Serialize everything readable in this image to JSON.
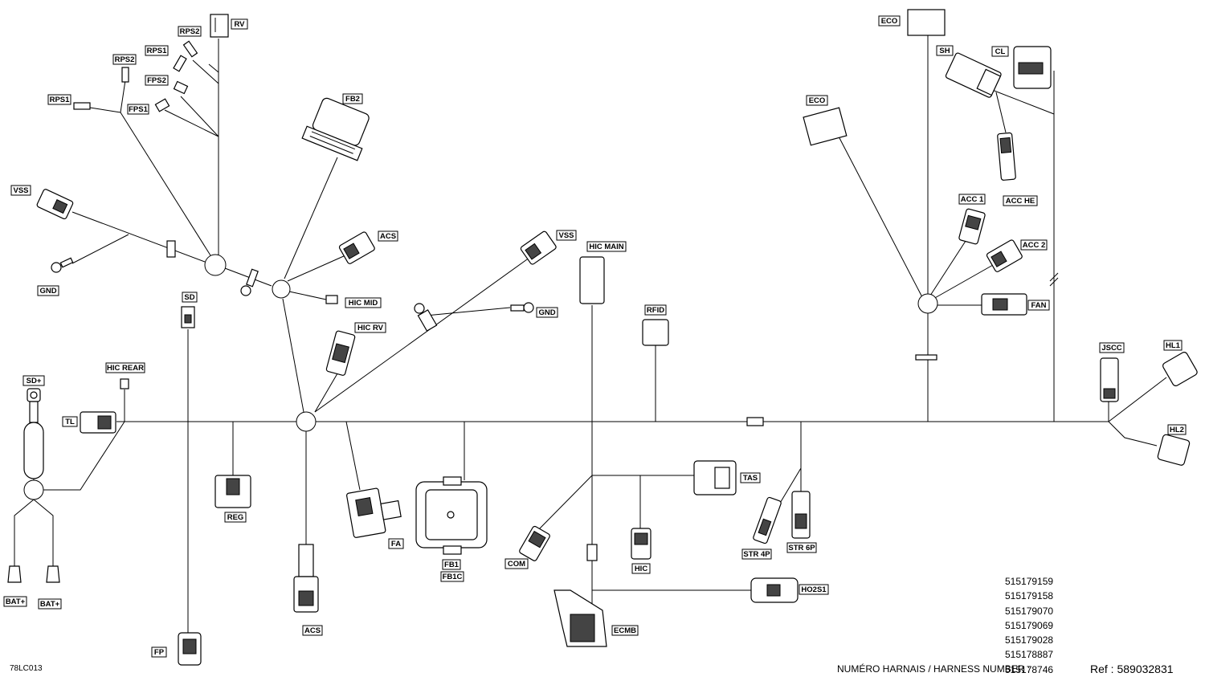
{
  "labels": {
    "rv": "RV",
    "rps2_top": "RPS2",
    "rps1_top": "RPS1",
    "rps2": "RPS2",
    "fps2": "FPS2",
    "rps1": "RPS1",
    "fps1": "FPS1",
    "fb2": "FB2",
    "vss_left": "VSS",
    "gnd_left": "GND",
    "acs_top": "ACS",
    "hic_mid": "HIC MID",
    "vss_mid": "VSS",
    "gnd_mid": "GND",
    "hic_rv": "HIC RV",
    "sd": "SD",
    "hic_rear": "HIC REAR",
    "sd_plus": "SD+",
    "tl": "TL",
    "reg": "REG",
    "bat_plus_1": "BAT+",
    "bat_plus_2": "BAT+",
    "fp": "FP",
    "acs_bottom": "ACS",
    "fa": "FA",
    "fb1": "FB1",
    "fb1c": "FB1C",
    "com": "COM",
    "hic_main": "HIC MAIN",
    "rfid": "RFID",
    "hic": "HIC",
    "tas": "TAS",
    "str4p": "STR 4P",
    "str6p": "STR 6P",
    "ho2s1": "HO2S1",
    "ecmb": "ECMB",
    "eco_top": "ECO",
    "eco": "ECO",
    "sh": "SH",
    "cl": "CL",
    "acc_he": "ACC HE",
    "acc1": "ACC 1",
    "acc2": "ACC 2",
    "fan": "FAN",
    "jscc": "JSCC",
    "hl1": "HL1",
    "hl2": "HL2"
  },
  "footer": {
    "drawing_code": "78LC013",
    "harness_number_label": "NUMÉRO HARNAIS / HARNESS NUMBER :",
    "harness_numbers": [
      "515179159",
      "515179158",
      "515179070",
      "515179069",
      "515179028",
      "515178887",
      "515178746"
    ],
    "reference": "Ref : 589032831"
  }
}
